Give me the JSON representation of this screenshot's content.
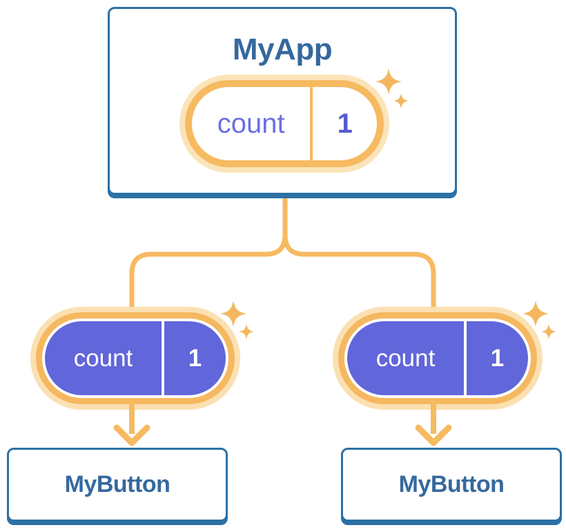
{
  "diagram": {
    "description": "Component tree: parent passes state down as props",
    "root": {
      "title": "MyApp",
      "state": {
        "label": "count",
        "value": "1"
      }
    },
    "children": [
      {
        "title": "MyButton",
        "prop": {
          "label": "count",
          "value": "1"
        }
      },
      {
        "title": "MyButton",
        "prop": {
          "label": "count",
          "value": "1"
        }
      }
    ],
    "colors": {
      "card_border_blue": "#2C70A5",
      "heading_text_blue": "#35699E",
      "accent_orange": "#F6BA61",
      "halo_light_orange": "#FBE4B9",
      "pill_purple": "#6166DB",
      "state_label_purple": "#6B70E0",
      "state_value_purple": "#545BD2",
      "pill_text_white": "#FFFFFF"
    }
  }
}
